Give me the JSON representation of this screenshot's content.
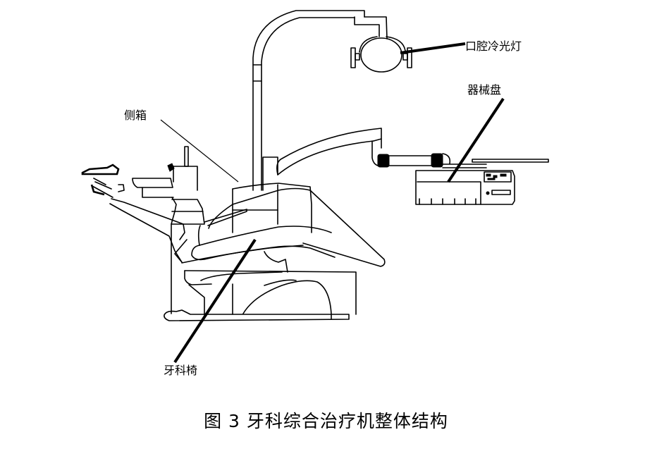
{
  "figure": {
    "caption": "图 3  牙科综合治疗机整体结构",
    "labels": {
      "lamp": "口腔冷光灯",
      "tray": "器械盘",
      "side_box": "侧箱",
      "chair": "牙科椅"
    },
    "line_color": "#000000",
    "background": "#ffffff"
  }
}
